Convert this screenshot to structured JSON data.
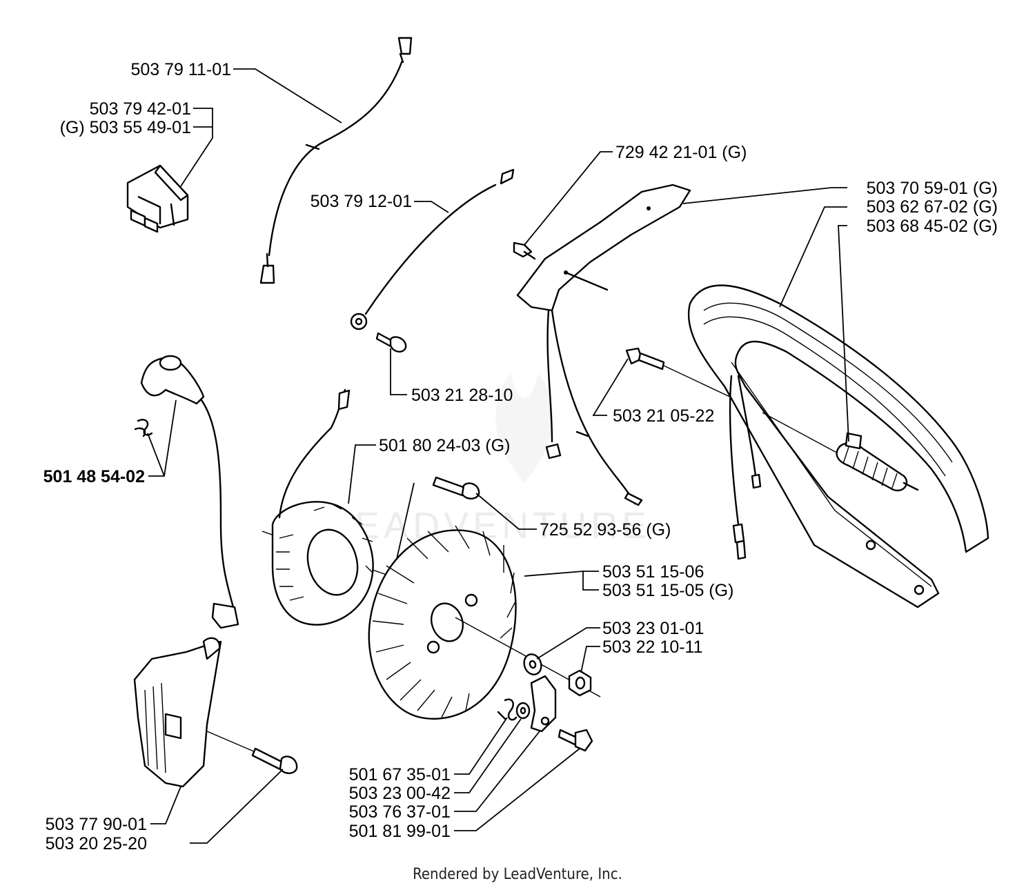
{
  "diagram": {
    "parts": [
      {
        "id": "wire-1",
        "label": "503 79 11-01",
        "bold": false
      },
      {
        "id": "switch-a",
        "label": "503 79 42-01",
        "bold": false
      },
      {
        "id": "switch-b",
        "label": "(G) 503 55 49-01",
        "bold": false
      },
      {
        "id": "wire-2",
        "label": "503 79 12-01",
        "bold": false
      },
      {
        "id": "plate",
        "label": "729 42 21-01 (G)",
        "bold": false
      },
      {
        "id": "handle-1",
        "label": "503 70 59-01 (G)",
        "bold": false
      },
      {
        "id": "handle-2",
        "label": "503 62 67-02 (G)",
        "bold": false
      },
      {
        "id": "spring",
        "label": "503 68 45-02 (G)",
        "bold": false
      },
      {
        "id": "screw-wire",
        "label": "503 21 28-10",
        "bold": false
      },
      {
        "id": "screw-handle",
        "label": "503 21 05-22",
        "bold": false
      },
      {
        "id": "plug-cap",
        "label": "501 48 54-02",
        "bold": true
      },
      {
        "id": "stator",
        "label": "501 80 24-03 (G)",
        "bold": false
      },
      {
        "id": "stator-screw",
        "label": "725 52 93-56 (G)",
        "bold": false
      },
      {
        "id": "flywheel-a",
        "label": "503 51 15-06",
        "bold": false
      },
      {
        "id": "flywheel-b",
        "label": "503 51 15-05 (G)",
        "bold": false
      },
      {
        "id": "washer",
        "label": "503 23 01-01",
        "bold": false
      },
      {
        "id": "nut",
        "label": "503 22 10-11",
        "bold": false
      },
      {
        "id": "spring-pawl",
        "label": "501 67 35-01",
        "bold": false
      },
      {
        "id": "washer-pawl",
        "label": "503 23 00-42",
        "bold": false
      },
      {
        "id": "pawl",
        "label": "503 76 37-01",
        "bold": false
      },
      {
        "id": "pawl-screw",
        "label": "501 81 99-01",
        "bold": false
      },
      {
        "id": "ignition-module",
        "label": "503 77 90-01",
        "bold": false
      },
      {
        "id": "module-screw",
        "label": "503 20 25-20",
        "bold": false
      }
    ],
    "footer": "Rendered by LeadVenture, Inc.",
    "watermark": "LEADVENTURE"
  }
}
